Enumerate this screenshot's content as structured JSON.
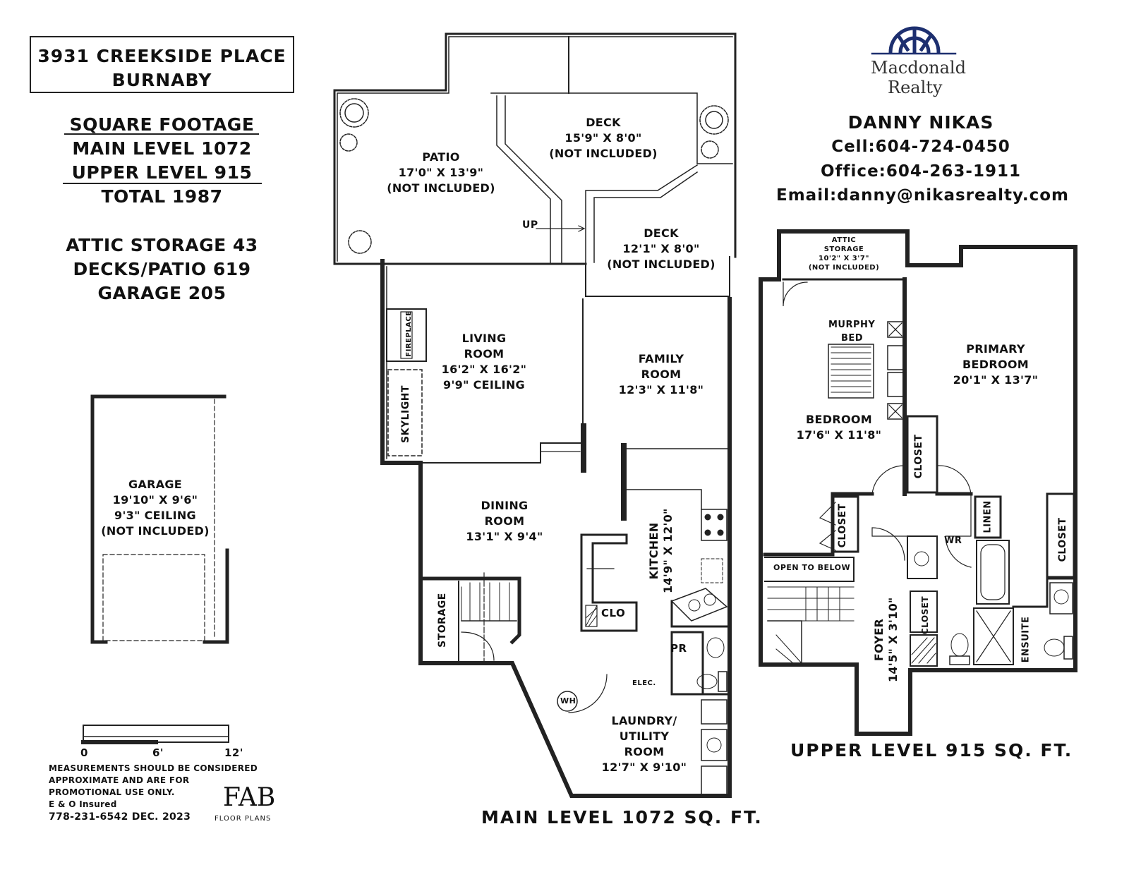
{
  "header": {
    "address_line1": "3931 CREEKSIDE PLACE",
    "address_line2": "BURNABY"
  },
  "summary": {
    "heading": "SQUARE FOOTAGE",
    "main_level": "MAIN LEVEL 1072",
    "upper_level": "UPPER LEVEL 915",
    "total": "TOTAL 1987",
    "attic": "ATTIC STORAGE 43",
    "decks": "DECKS/PATIO  619",
    "garage": "GARAGE 205"
  },
  "garage": {
    "name": "GARAGE",
    "dims": "19'10\" X 9'6\"",
    "ceiling": "9'3\" CEILING",
    "note": "(NOT INCLUDED)"
  },
  "scale": {
    "labels": [
      "0",
      "6'",
      "12'"
    ]
  },
  "disclaimer": {
    "line1": "MEASUREMENTS SHOULD BE CONSIDERED",
    "line2": "APPROXIMATE AND ARE FOR",
    "line3": "PROMOTIONAL USE ONLY.",
    "line4": "E & O Insured",
    "line5": "778-231-6542  DEC. 2023"
  },
  "fab_logo": {
    "mark": "FAB",
    "sub": "FLOOR PLANS"
  },
  "brand": {
    "name_line1": "Macdonald",
    "name_line2": "Realty",
    "color": "#1d2f6f"
  },
  "agent": {
    "name": "DANNY NIKAS",
    "cell": "Cell:604-724-0450",
    "office": "Office:604-263-1911",
    "email": "Email:danny@nikasrealty.com"
  },
  "main_level": {
    "caption": "MAIN LEVEL 1072 SQ. FT.",
    "patio": {
      "name": "PATIO",
      "dims": "17'0\" X 13'9\"",
      "note": "(NOT INCLUDED)"
    },
    "deck_upper": {
      "name": "DECK",
      "dims": "15'9\" X 8'0\"",
      "note": "(NOT INCLUDED)"
    },
    "deck_lower": {
      "name": "DECK",
      "dims": "12'1\" X 8'0\"",
      "note": "(NOT INCLUDED)"
    },
    "up": "UP",
    "living": {
      "line1": "LIVING",
      "line2": "ROOM",
      "dims": "16'2\" X 16'2\"",
      "ceiling": "9'9\" CEILING"
    },
    "fireplace": "FIREPLACE",
    "skylight": "SKYLIGHT",
    "family": {
      "line1": "FAMILY",
      "line2": "ROOM",
      "dims": "12'3\" X 11'8\""
    },
    "dining": {
      "line1": "DINING",
      "line2": "ROOM",
      "dims": "13'1\" X 9'4\""
    },
    "kitchen": {
      "name": "KITCHEN",
      "dims": "14'9\" X 12'0\""
    },
    "clo": "CLO",
    "storage": "STORAGE",
    "pr": "PR",
    "elec": "ELEC.",
    "wh": "WH",
    "laundry": {
      "line1": "LAUNDRY/",
      "line2": "UTILITY",
      "line3": "ROOM",
      "dims": "12'7\" X 9'10\""
    }
  },
  "upper_level": {
    "caption": "UPPER LEVEL 915 SQ. FT.",
    "attic": {
      "line1": "ATTIC",
      "line2": "STORAGE",
      "dims": "10'2\" X 3'7\"",
      "note": "(NOT INCLUDED)"
    },
    "murphy": {
      "line1": "MURPHY",
      "line2": "BED"
    },
    "bedroom": {
      "name": "BEDROOM",
      "dims": "17'6\" X 11'8\""
    },
    "primary": {
      "line1": "PRIMARY",
      "line2": "BEDROOM",
      "dims": "20'1\" X 13'7\""
    },
    "closet": "CLOSET",
    "linen": "LINEN",
    "wr": "WR",
    "open_below": "OPEN TO BELOW",
    "foyer": {
      "name": "FOYER",
      "dims": "14'5\" X 3'10\""
    },
    "ensuite": "ENSUITE"
  }
}
